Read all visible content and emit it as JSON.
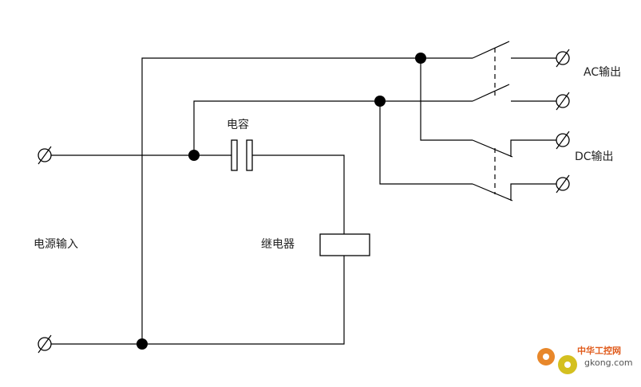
{
  "labels": {
    "capacitor": "电容",
    "relay": "继电器",
    "power_input": "电源输入",
    "ac_output": "AC输出",
    "dc_output": "DC输出"
  },
  "watermark": {
    "cn": "中华工控网",
    "domain": "gkong.com"
  },
  "colors": {
    "line": "#000000",
    "watermark_orange": "#e8872a",
    "watermark_yellow": "#d4c020"
  }
}
